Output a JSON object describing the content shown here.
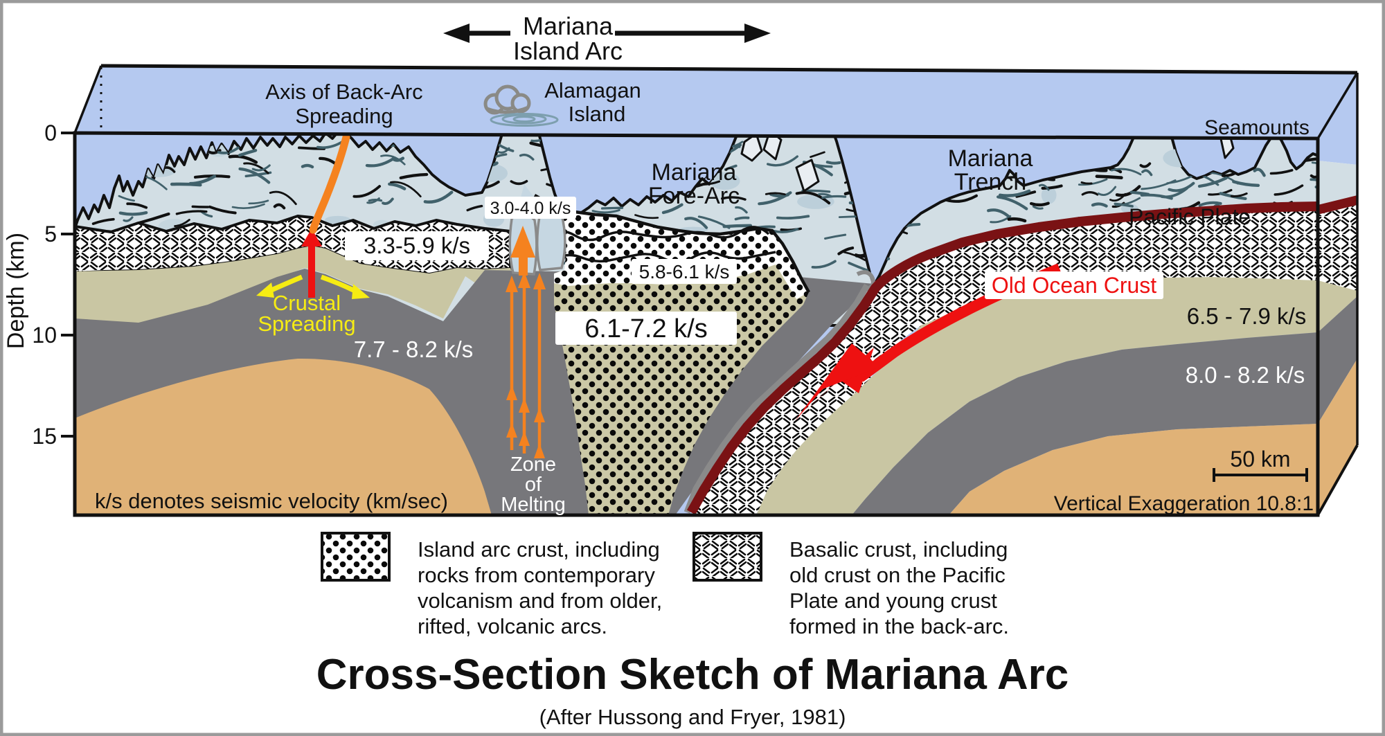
{
  "header": {
    "line1": "Mariana",
    "line2": "Island Arc"
  },
  "axis": {
    "title": "Depth (km)",
    "tick0": "0",
    "tick5": "5",
    "tick10": "10",
    "tick15": "15"
  },
  "labels": {
    "back_arc_1": "Axis of Back-Arc",
    "back_arc_2": "Spreading",
    "alamagan_1": "Alamagan",
    "alamagan_2": "Island",
    "fore_arc_1": "Mariana",
    "fore_arc_2": "Fore-Arc",
    "trench_1": "Mariana",
    "trench_2": "Trench",
    "seamounts": "Seamounts",
    "pacific_plate": "Pacific Plate",
    "old_ocean_crust": "Old Ocean Crust",
    "crustal_1": "Crustal",
    "crustal_2": "Spreading",
    "zone_1": "Zone",
    "zone_2": "of",
    "zone_3": "Melting",
    "ks_note": "k/s denotes seismic velocity (km/sec)",
    "scale_bar": "50 km",
    "vert_exag": "Vertical Exaggeration 10.8:1"
  },
  "velocities": {
    "v_back_arc_crust": "3.3-5.9 k/s",
    "v_volcano": "3.0-4.0 k/s",
    "v_upper_arc": "5.8-6.1 k/s",
    "v_lower_arc": "6.1-7.2 k/s",
    "v_back_mantle": "7.7 - 8.2 k/s",
    "v_pacific_mantle_1": "6.5 - 7.9 k/s",
    "v_pacific_mantle_2": "8.0 - 8.2 k/s"
  },
  "legend": {
    "island_arc_l1": "Island arc crust, including",
    "island_arc_l2": "rocks from contemporary",
    "island_arc_l3": "volcanism and from older,",
    "island_arc_l4": "rifted, volcanic arcs.",
    "basalic_l1": "Basalic crust, including",
    "basalic_l2": "old crust on the Pacific",
    "basalic_l3": "Plate and young crust",
    "basalic_l4": "formed in the back-arc."
  },
  "title": "Cross-Section Sketch of Mariana Arc",
  "subtitle": "(After Hussong and Fryer, 1981)",
  "colors": {
    "sky": "#b5c9f0",
    "terrain": "#d2dee4",
    "terrain_dash": "#41616b",
    "olive": "#c9c6a3",
    "gray_mantle": "#77777b",
    "tan": "#e0b277",
    "khaki_dots_bg": "#cbc8a6",
    "maroon": "#7a1214",
    "red": "#ee1111",
    "orange": "#f5821f",
    "yellow": "#f6ec13",
    "conduit": "#c6d7e2"
  }
}
